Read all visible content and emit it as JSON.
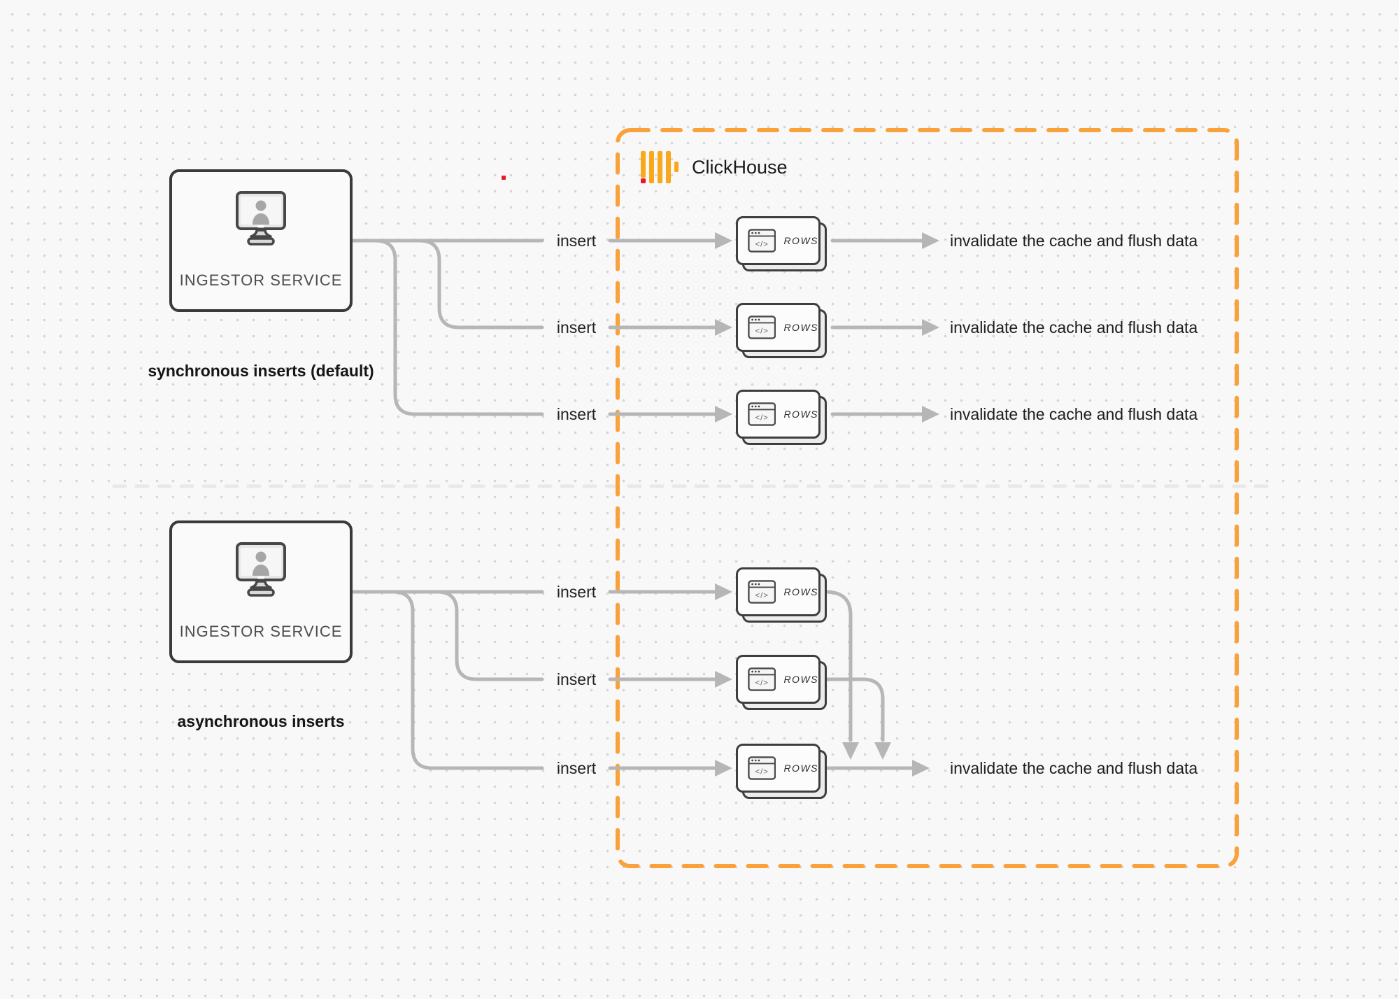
{
  "diagram": {
    "clickhouse_label": "ClickHouse",
    "code_glyph": "</>",
    "sync": {
      "ingestor_label": "INGESTOR SERVICE",
      "caption": "synchronous inserts (default)",
      "inserts": [
        "insert",
        "insert",
        "insert"
      ],
      "cards": [
        "ROWS",
        "ROWS",
        "ROWS"
      ],
      "results": [
        "invalidate the cache and flush data",
        "invalidate the cache and flush data",
        "invalidate the cache and flush data"
      ]
    },
    "async": {
      "ingestor_label": "INGESTOR SERVICE",
      "caption": "asynchronous inserts",
      "inserts": [
        "insert",
        "insert",
        "insert"
      ],
      "cards": [
        "ROWS",
        "ROWS",
        "ROWS"
      ],
      "result": "invalidate the cache and flush data"
    },
    "colors": {
      "boundary_orange": "#F9A13B",
      "logo_amber": "#F9A81B",
      "logo_red": "#E8192C",
      "connector_gray": "#B6B6B6",
      "divider_gray": "#E8E8E8",
      "box_border": "#3A3A3A",
      "text_dark": "#1C1C1C",
      "ingestor_text": "#4D4D4D"
    }
  }
}
